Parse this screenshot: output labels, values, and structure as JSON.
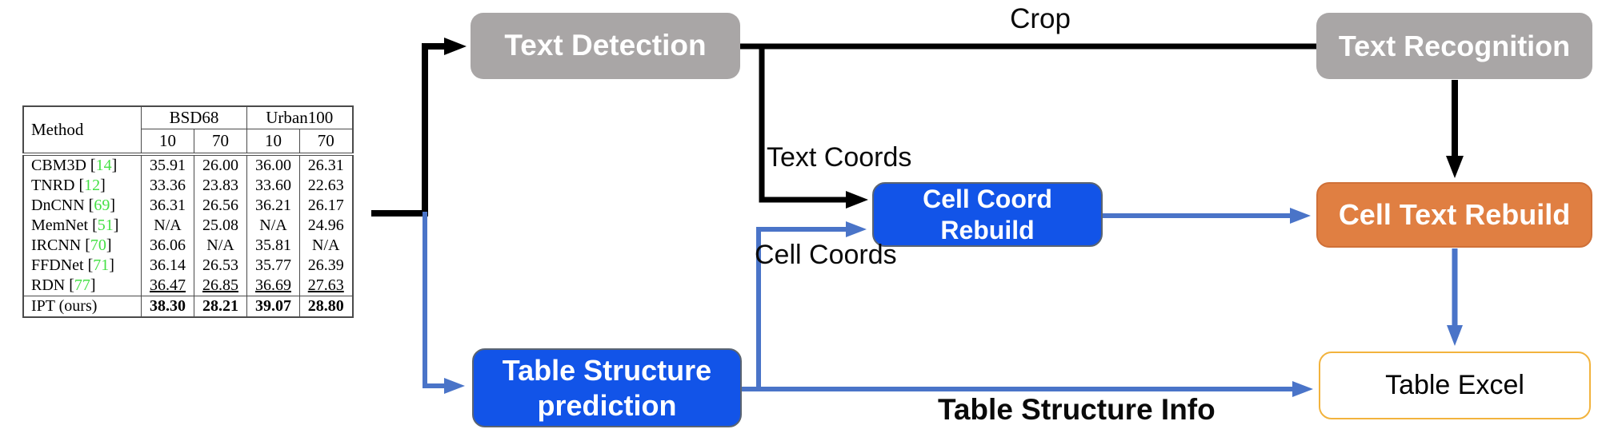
{
  "diagram": {
    "nodes": {
      "text_detection": {
        "label": "Text Detection",
        "bg": "#a9a6a6",
        "text_color": "#ffffff"
      },
      "text_recognition": {
        "label": "Text Recognition",
        "bg": "#a9a6a6",
        "text_color": "#ffffff"
      },
      "cell_coord_rebuild": {
        "label": "Cell Coord Rebuild",
        "bg": "#1254e8",
        "text_color": "#ffffff"
      },
      "cell_text_rebuild": {
        "label": "Cell Text Rebuild",
        "bg": "#e07f42",
        "text_color": "#ffffff"
      },
      "table_structure_prediction": {
        "label": "Table Structure prediction",
        "bg": "#1254e8",
        "text_color": "#ffffff"
      },
      "table_excel": {
        "label": "Table Excel",
        "bg": "#ffffff",
        "text_color": "#000000",
        "border": "#f2b33d"
      }
    },
    "edge_labels": {
      "crop": "Crop",
      "text_coords": "Text Coords",
      "cell_coords": "Cell Coords",
      "table_structure_info": "Table Structure Info"
    },
    "colors": {
      "black_edge": "#000000",
      "blue_edge": "#4a74c8"
    }
  },
  "results_table": {
    "header": {
      "method": "Method",
      "groups": [
        "BSD68",
        "Urban100"
      ],
      "sub": [
        "10",
        "70",
        "10",
        "70"
      ]
    },
    "cite_color": "#45e045",
    "rows": [
      {
        "method": "CBM3D",
        "cite": "14",
        "values": [
          "35.91",
          "26.00",
          "36.00",
          "26.31"
        ],
        "style": "normal"
      },
      {
        "method": "TNRD",
        "cite": "12",
        "values": [
          "33.36",
          "23.83",
          "33.60",
          "22.63"
        ],
        "style": "normal"
      },
      {
        "method": "DnCNN",
        "cite": "69",
        "values": [
          "36.31",
          "26.56",
          "36.21",
          "26.17"
        ],
        "style": "normal"
      },
      {
        "method": "MemNet",
        "cite": "51",
        "values": [
          "N/A",
          "25.08",
          "N/A",
          "24.96"
        ],
        "style": "normal"
      },
      {
        "method": "IRCNN",
        "cite": "70",
        "values": [
          "36.06",
          "N/A",
          "35.81",
          "N/A"
        ],
        "style": "normal"
      },
      {
        "method": "FFDNet",
        "cite": "71",
        "values": [
          "36.14",
          "26.53",
          "35.77",
          "26.39"
        ],
        "style": "normal"
      },
      {
        "method": "RDN",
        "cite": "77",
        "values": [
          "36.47",
          "26.85",
          "36.69",
          "27.63"
        ],
        "style": "underline"
      },
      {
        "method": "IPT (ours)",
        "cite": null,
        "values": [
          "38.30",
          "28.21",
          "39.07",
          "28.80"
        ],
        "style": "bold"
      }
    ]
  }
}
